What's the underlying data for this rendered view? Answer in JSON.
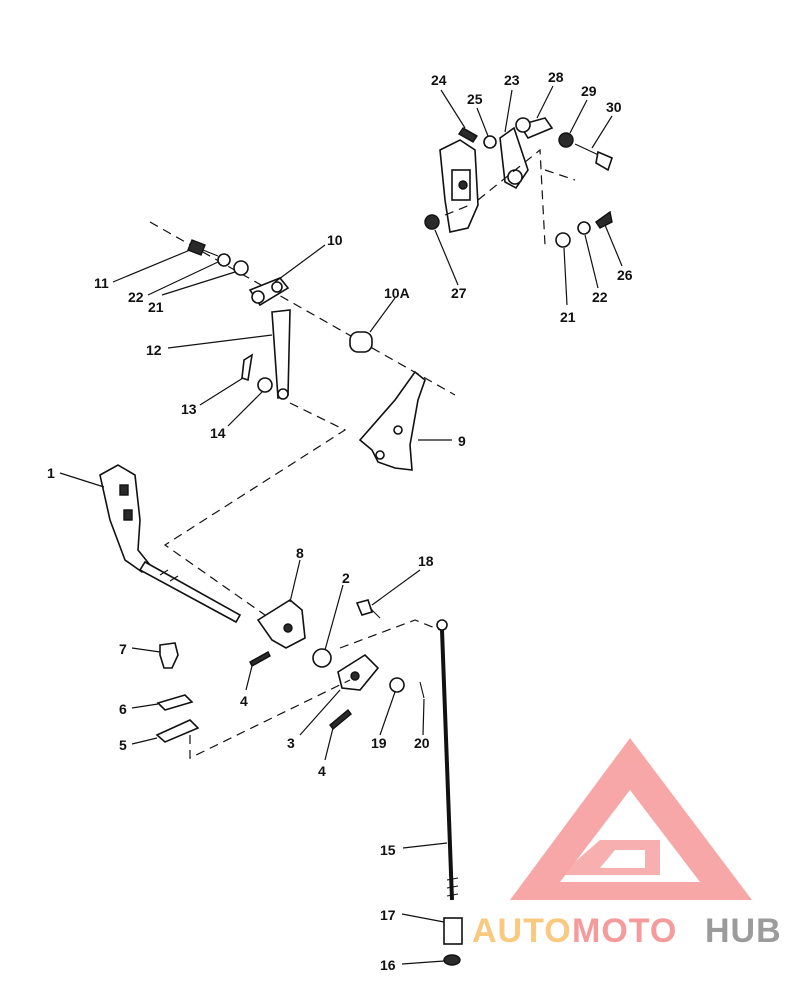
{
  "callouts": [
    {
      "id": "c1",
      "text": "1"
    },
    {
      "id": "c2",
      "text": "2"
    },
    {
      "id": "c3",
      "text": "3"
    },
    {
      "id": "c4a",
      "text": "4"
    },
    {
      "id": "c4b",
      "text": "4"
    },
    {
      "id": "c5",
      "text": "5"
    },
    {
      "id": "c6",
      "text": "6"
    },
    {
      "id": "c7",
      "text": "7"
    },
    {
      "id": "c8",
      "text": "8"
    },
    {
      "id": "c9",
      "text": "9"
    },
    {
      "id": "c10",
      "text": "10"
    },
    {
      "id": "c10a",
      "text": "10A"
    },
    {
      "id": "c11",
      "text": "11"
    },
    {
      "id": "c12",
      "text": "12"
    },
    {
      "id": "c13",
      "text": "13"
    },
    {
      "id": "c14",
      "text": "14"
    },
    {
      "id": "c15",
      "text": "15"
    },
    {
      "id": "c16",
      "text": "16"
    },
    {
      "id": "c17",
      "text": "17"
    },
    {
      "id": "c18",
      "text": "18"
    },
    {
      "id": "c19",
      "text": "19"
    },
    {
      "id": "c20",
      "text": "20"
    },
    {
      "id": "c21a",
      "text": "21"
    },
    {
      "id": "c21b",
      "text": "21"
    },
    {
      "id": "c22a",
      "text": "22"
    },
    {
      "id": "c22b",
      "text": "22"
    },
    {
      "id": "c23",
      "text": "23"
    },
    {
      "id": "c24",
      "text": "24"
    },
    {
      "id": "c25",
      "text": "25"
    },
    {
      "id": "c26",
      "text": "26"
    },
    {
      "id": "c27",
      "text": "27"
    },
    {
      "id": "c28",
      "text": "28"
    },
    {
      "id": "c29",
      "text": "29"
    },
    {
      "id": "c30",
      "text": "30"
    }
  ],
  "watermark": {
    "word_part_1": "AUTO",
    "word_part_2": "MOTO",
    "word_part_3": "HUB",
    "color_1": "#f9c06a",
    "color_2": "#f58a8a",
    "color_3": "#8a8a8a",
    "logo_color": "#f58a8a"
  }
}
